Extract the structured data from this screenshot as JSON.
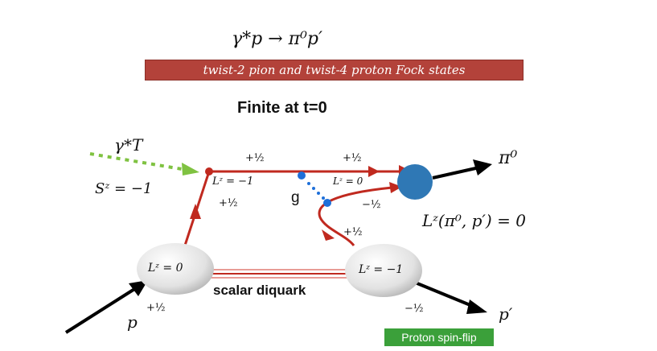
{
  "title": {
    "process": "γ*p → π⁰p′"
  },
  "banner": {
    "text": "twist-2 pion  and twist-4 proton Fock states",
    "color": "#b3423a"
  },
  "subtitle": "Finite at t=0",
  "labels": {
    "photon": "γ*T",
    "photon_spin": "Sᶻ = −1",
    "pion": "π⁰",
    "proton_in": "p",
    "proton_out": "p′",
    "gluon": "g",
    "lz_vertex_left": "Lᶻ = −1",
    "lz_vertex_right": "Lᶻ = 0",
    "lz_final": "Lᶻ(π⁰, p′) = 0",
    "diquark": "scalar diquark"
  },
  "spins": {
    "top_left": "+½",
    "top_right": "+½",
    "riser": "+½",
    "loop_out": "−½",
    "loop_down": "+½",
    "proton_in": "+½",
    "proton_out": "−½"
  },
  "blobs": {
    "initial": "Lᶻ = 0",
    "final": "Lᶻ = −1",
    "pion_blob_color": "#2f78b5"
  },
  "badge": {
    "text": "Proton spin-flip",
    "color": "#3ba03a"
  },
  "colors": {
    "quark_line": "#c0291f",
    "photon_line": "#7fc241",
    "gluon_dots": "#1e6fd9",
    "arrow": "#000000"
  }
}
